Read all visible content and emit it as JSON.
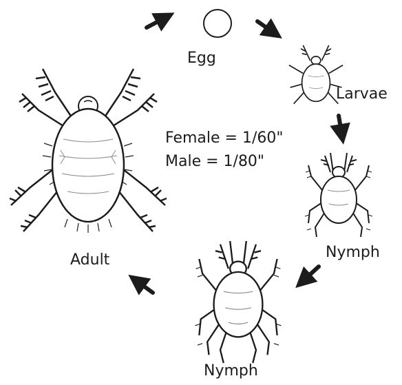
{
  "labels": {
    "egg": "Egg",
    "larvae": "Larvae",
    "nymph_1": "Nymph",
    "nymph_2": "Nymph",
    "adult": "Adult"
  },
  "size_note": {
    "female": "Female = 1/60\"",
    "male": "Male = 1/80\""
  },
  "colors": {
    "ink": "#1c1c1c",
    "body_fill": "#ffffff",
    "shading": "#8a8a8a"
  }
}
